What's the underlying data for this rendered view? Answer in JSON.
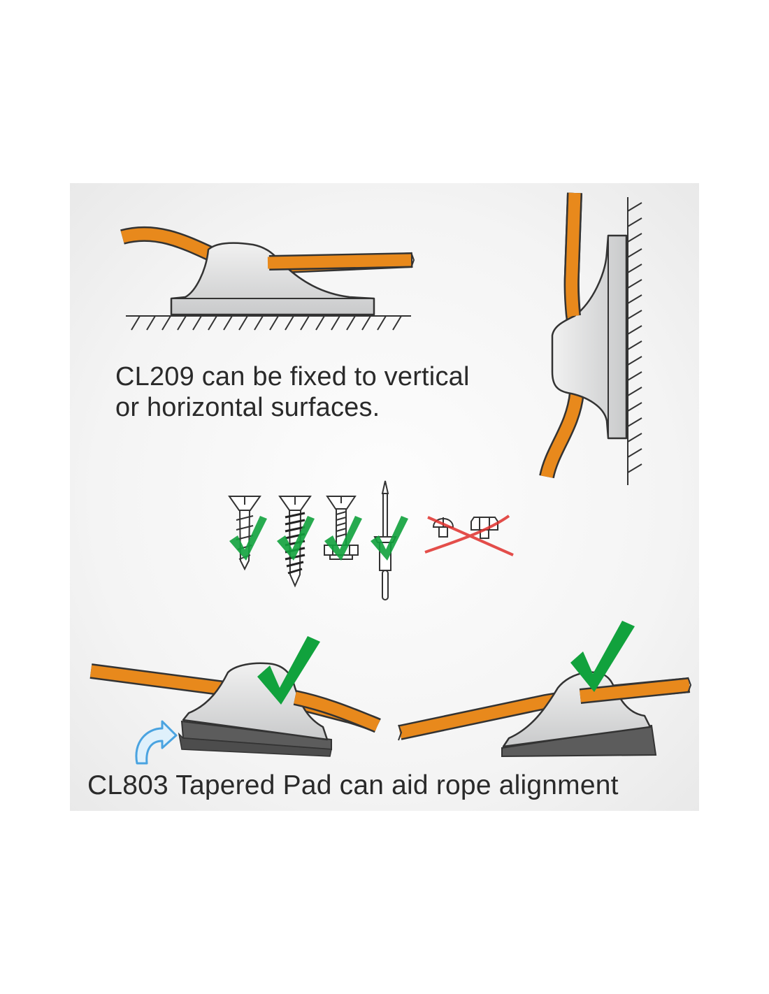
{
  "captions": {
    "top_line_1": "CL209 can be fixed to vertical",
    "top_line_2": "or horizontal surfaces.",
    "bottom": "CL803 Tapered Pad can aid rope alignment"
  },
  "colors": {
    "rope": "#e8891c",
    "rope_outline": "#3a3a3a",
    "cleat_fill": "#d9dadb",
    "pad_fill": "#5c5c5c",
    "check_green": "#11a23d",
    "cross_red": "#e0302c",
    "arrow_blue": "#4aa3e0",
    "panel_bg": "#f2f2f2"
  },
  "fasteners": [
    {
      "name": "countersunk-wood-screw",
      "allowed": true
    },
    {
      "name": "self-tapping-screw",
      "allowed": true
    },
    {
      "name": "machine-screw-with-nut",
      "allowed": true
    },
    {
      "name": "pop-rivet",
      "allowed": true
    },
    {
      "name": "pan-head-screw",
      "allowed": false
    },
    {
      "name": "hex-head-bolt",
      "allowed": false
    }
  ]
}
